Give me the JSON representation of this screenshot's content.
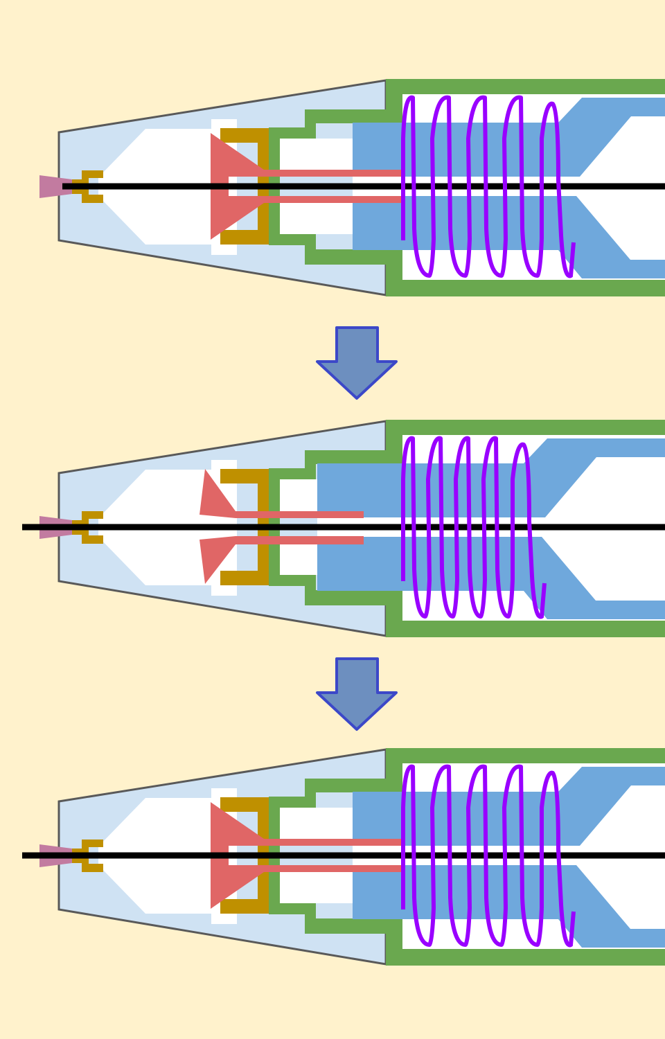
{
  "diagram": {
    "subject": "mechanical-pencil-lead-advance-mechanism",
    "colors": {
      "background": "#fff2cc",
      "cone": "#cfe2f3",
      "cone_stroke": "#595959",
      "sleeve": "#6aa84f",
      "chuck_body": "#6fa8dc",
      "clutch": "#e06666",
      "ring": "#bf9000",
      "tip": "#c27ba0",
      "spring": "#9900ff",
      "lead": "#000000",
      "cavity": "#ffffff",
      "arrow_fill": "#6d8fbf",
      "arrow_stroke": "#3c48c8"
    },
    "panels": [
      {
        "state": "rest",
        "jaws": "closed",
        "spring": "extended",
        "lead_extended": false
      },
      {
        "state": "pressed",
        "jaws": "open",
        "spring": "compressed",
        "lead_extended": true
      },
      {
        "state": "released",
        "jaws": "closed",
        "spring": "extended",
        "lead_extended": true
      }
    ],
    "arrows": [
      {
        "from_panel": 1,
        "to_panel": 2,
        "icon": "down-arrow-icon"
      },
      {
        "from_panel": 2,
        "to_panel": 3,
        "icon": "down-arrow-icon"
      }
    ]
  }
}
